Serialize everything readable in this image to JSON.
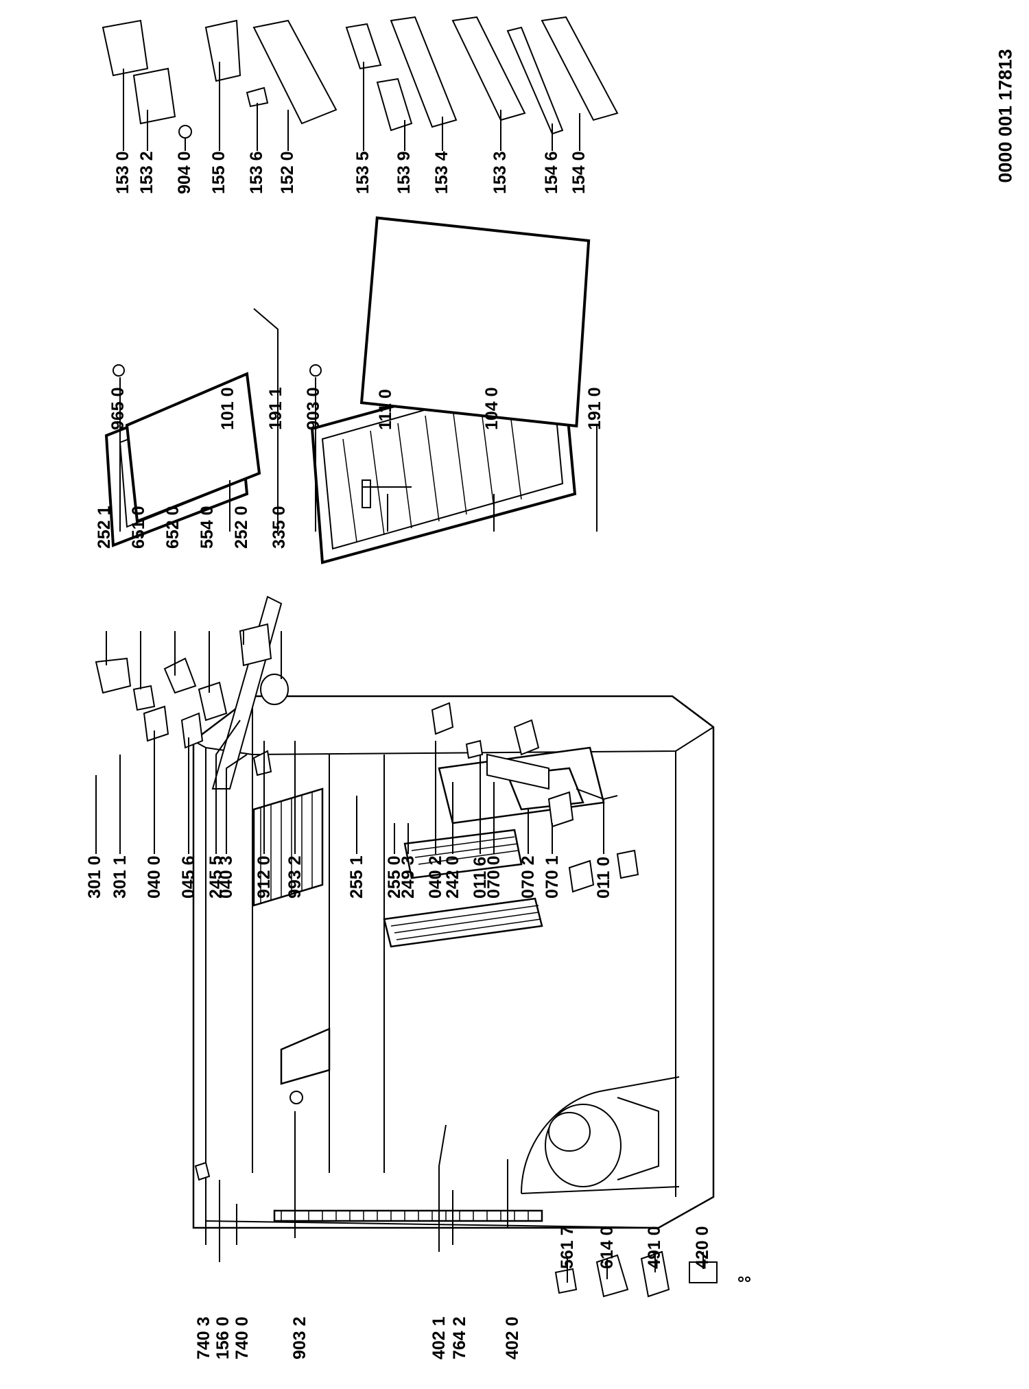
{
  "document_code": "0000 001 17813",
  "callouts": [
    {
      "id": "740 3"
    },
    {
      "id": "156 0"
    },
    {
      "id": "740 0"
    },
    {
      "id": "903 2"
    },
    {
      "id": "402 1"
    },
    {
      "id": "764 2"
    },
    {
      "id": "402 0"
    },
    {
      "id": "561 7"
    },
    {
      "id": "614 0"
    },
    {
      "id": "491 0"
    },
    {
      "id": "420 0"
    },
    {
      "id": "301 0"
    },
    {
      "id": "301 1"
    },
    {
      "id": "040 0"
    },
    {
      "id": "045 6"
    },
    {
      "id": "245 5"
    },
    {
      "id": "040 3"
    },
    {
      "id": "912 0"
    },
    {
      "id": "993 2"
    },
    {
      "id": "255 1"
    },
    {
      "id": "255 0"
    },
    {
      "id": "249 3"
    },
    {
      "id": "040 2"
    },
    {
      "id": "242 0"
    },
    {
      "id": "011 6"
    },
    {
      "id": "070 0"
    },
    {
      "id": "070 2"
    },
    {
      "id": "070 1"
    },
    {
      "id": "011 0"
    },
    {
      "id": "252 1"
    },
    {
      "id": "651 0"
    },
    {
      "id": "652 0"
    },
    {
      "id": "554 0"
    },
    {
      "id": "252 0"
    },
    {
      "id": "335 0"
    },
    {
      "id": "965 0"
    },
    {
      "id": "101 0"
    },
    {
      "id": "191 1"
    },
    {
      "id": "903 0"
    },
    {
      "id": "111 0"
    },
    {
      "id": "104 0"
    },
    {
      "id": "191 0"
    },
    {
      "id": "153 0"
    },
    {
      "id": "153 2"
    },
    {
      "id": "904 0"
    },
    {
      "id": "155 0"
    },
    {
      "id": "153 6"
    },
    {
      "id": "152 0"
    },
    {
      "id": "153 5"
    },
    {
      "id": "153 9"
    },
    {
      "id": "153 4"
    },
    {
      "id": "153 3"
    },
    {
      "id": "154 6"
    },
    {
      "id": "154 0"
    }
  ]
}
